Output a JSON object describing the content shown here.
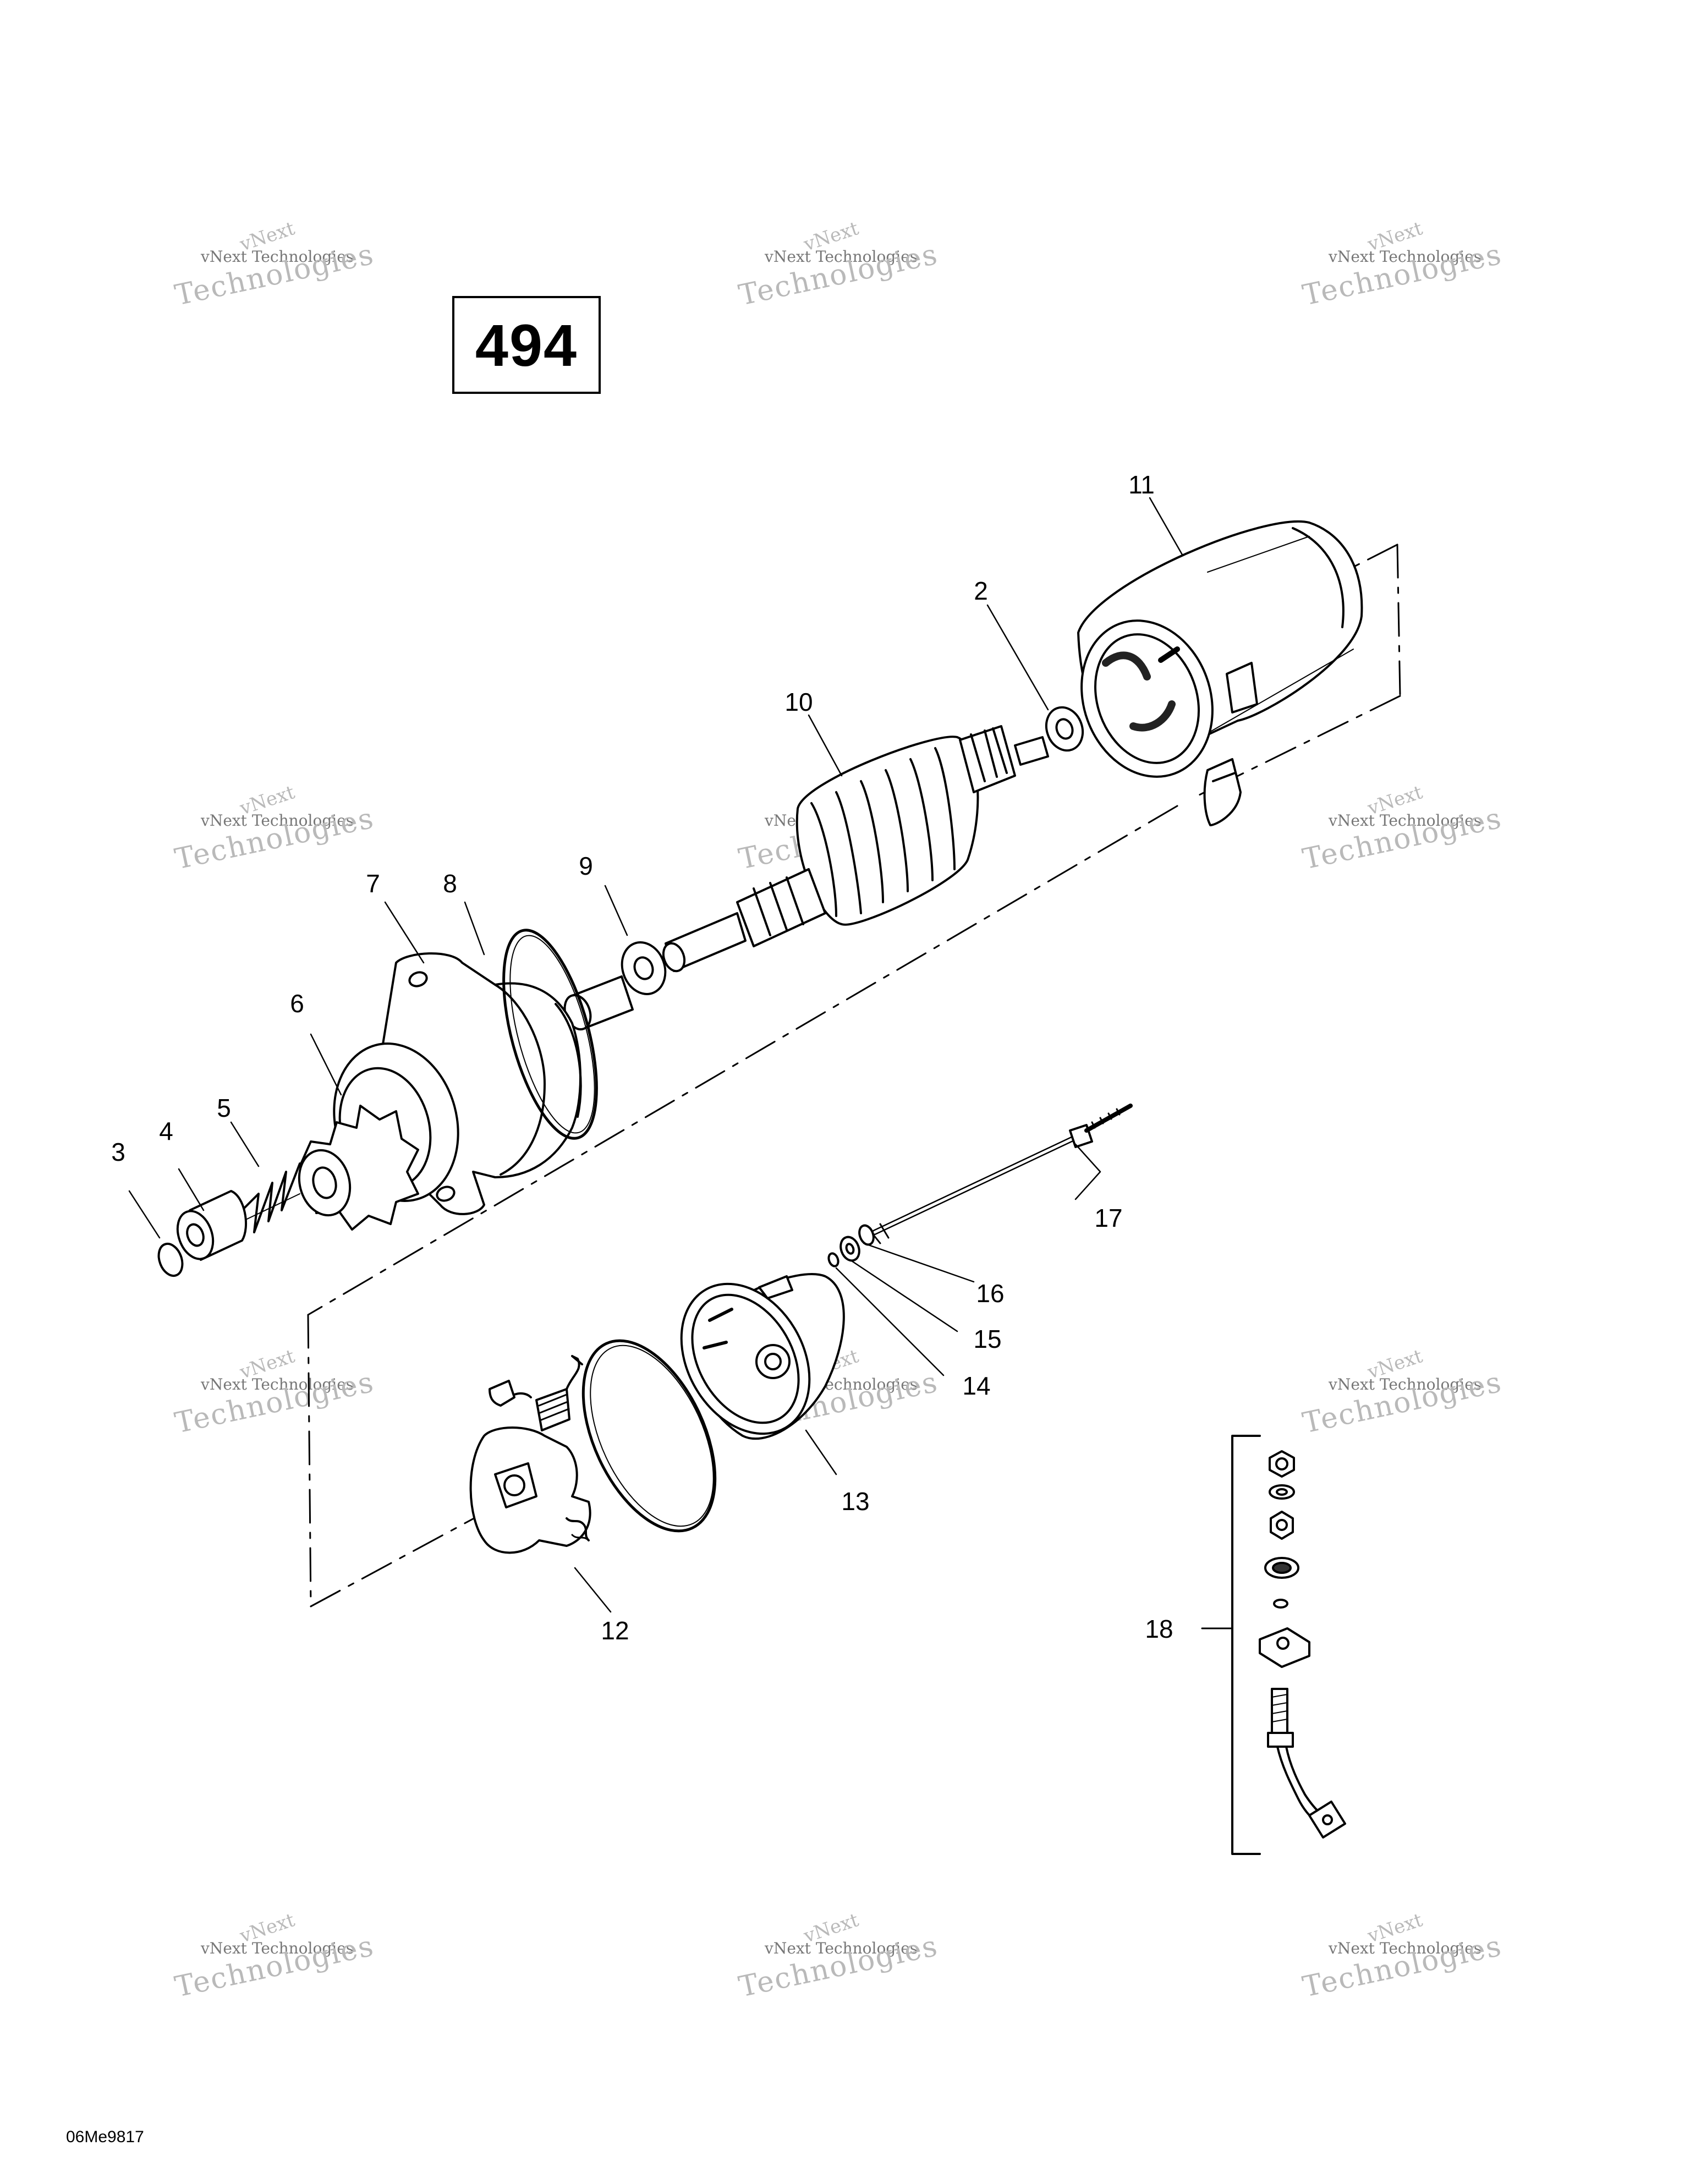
{
  "page_number": "494",
  "drawing_code": "06Me9817",
  "watermark": {
    "brand": "vNext",
    "line_small": "vNext Technologies",
    "line_large": "Technologies"
  },
  "callouts": [
    "2",
    "3",
    "4",
    "5",
    "6",
    "7",
    "8",
    "9",
    "10",
    "11",
    "12",
    "13",
    "14",
    "15",
    "16",
    "17",
    "18"
  ]
}
